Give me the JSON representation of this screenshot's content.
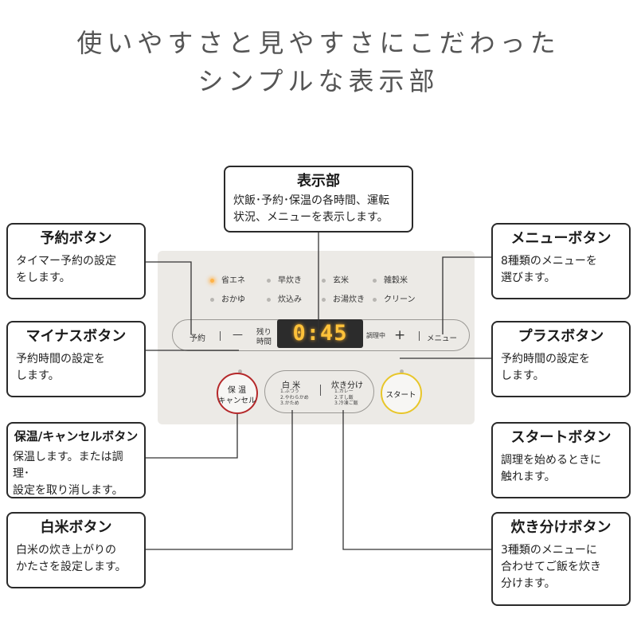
{
  "headline": {
    "line1": "使いやすさと見やすさにこだわった",
    "line2": "シンプルな表示部"
  },
  "callouts": {
    "display": {
      "title": "表示部",
      "body": "炊飯･予約･保温の各時間、運転\n状況、メニューを表示します。"
    },
    "reserve": {
      "title": "予約ボタン",
      "body": "タイマー予約の設定\nをします。"
    },
    "minus": {
      "title": "マイナスボタン",
      "body": "予約時間の設定を\nします。"
    },
    "keep_cancel": {
      "title": "保温/キャンセルボタン",
      "body": "保温します。または調理･\n設定を取り消します。"
    },
    "white_rice": {
      "title": "白米ボタン",
      "body": "白米の炊き上がりの\nかたさを設定します。"
    },
    "menu": {
      "title": "メニューボタン",
      "body": "8種類のメニューを\n選びます。"
    },
    "plus": {
      "title": "プラスボタン",
      "body": "予約時間の設定を\nします。"
    },
    "start": {
      "title": "スタートボタン",
      "body": "調理を始めるときに\n触れます。"
    },
    "cook_select": {
      "title": "炊き分けボタン",
      "body": "3種類のメニューに\n合わせてご飯を炊き\n分けます。"
    }
  },
  "panel": {
    "indicators_row1": [
      "省エネ",
      "早炊き",
      "玄米",
      "雑穀米"
    ],
    "indicators_row2": [
      "おかゆ",
      "炊込み",
      "お湯炊き",
      "クリーン"
    ],
    "reserve_label": "予約",
    "minus_sign": "—",
    "remaining_l1": "残り",
    "remaining_l2": "時間",
    "display_value": "0:45",
    "cooking_label": "調理中",
    "plus_sign": "+",
    "menu_label": "メニュー",
    "keep_l1": "保 温",
    "keep_l2": "キャンセル",
    "white_rice_label": "白 米",
    "white_rice_options": "1.ふつう\n2.やわらかめ\n3.かため",
    "cook_select_label": "炊き分け",
    "cook_select_options": "1.カレー\n2.すし飯\n3.冷凍ご飯",
    "start_label": "スタート"
  },
  "colors": {
    "led_on": "#ffb347",
    "display_digits": "#ffc23a",
    "keep_ring": "#b5282a",
    "start_ring": "#e8c62a"
  }
}
